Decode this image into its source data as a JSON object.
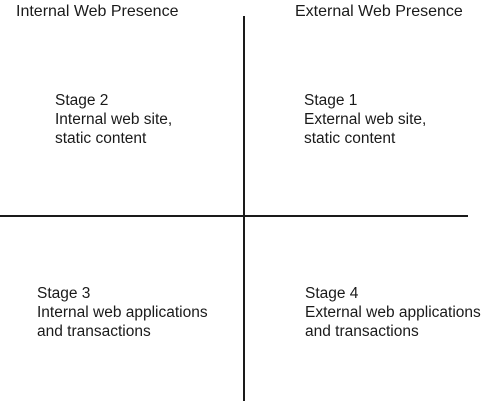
{
  "headers": {
    "left": "Internal Web Presence",
    "right": "External Web Presence"
  },
  "quadrants": {
    "top_left": {
      "stage": "Stage 2",
      "line1": "Internal web site,",
      "line2": "static content"
    },
    "top_right": {
      "stage": "Stage 1",
      "line1": "External web site,",
      "line2": "static content"
    },
    "bottom_left": {
      "stage": "Stage 3",
      "line1": "Internal web applications",
      "line2": "and transactions"
    },
    "bottom_right": {
      "stage": "Stage 4",
      "line1": "External web applications",
      "line2": "and transactions"
    }
  }
}
